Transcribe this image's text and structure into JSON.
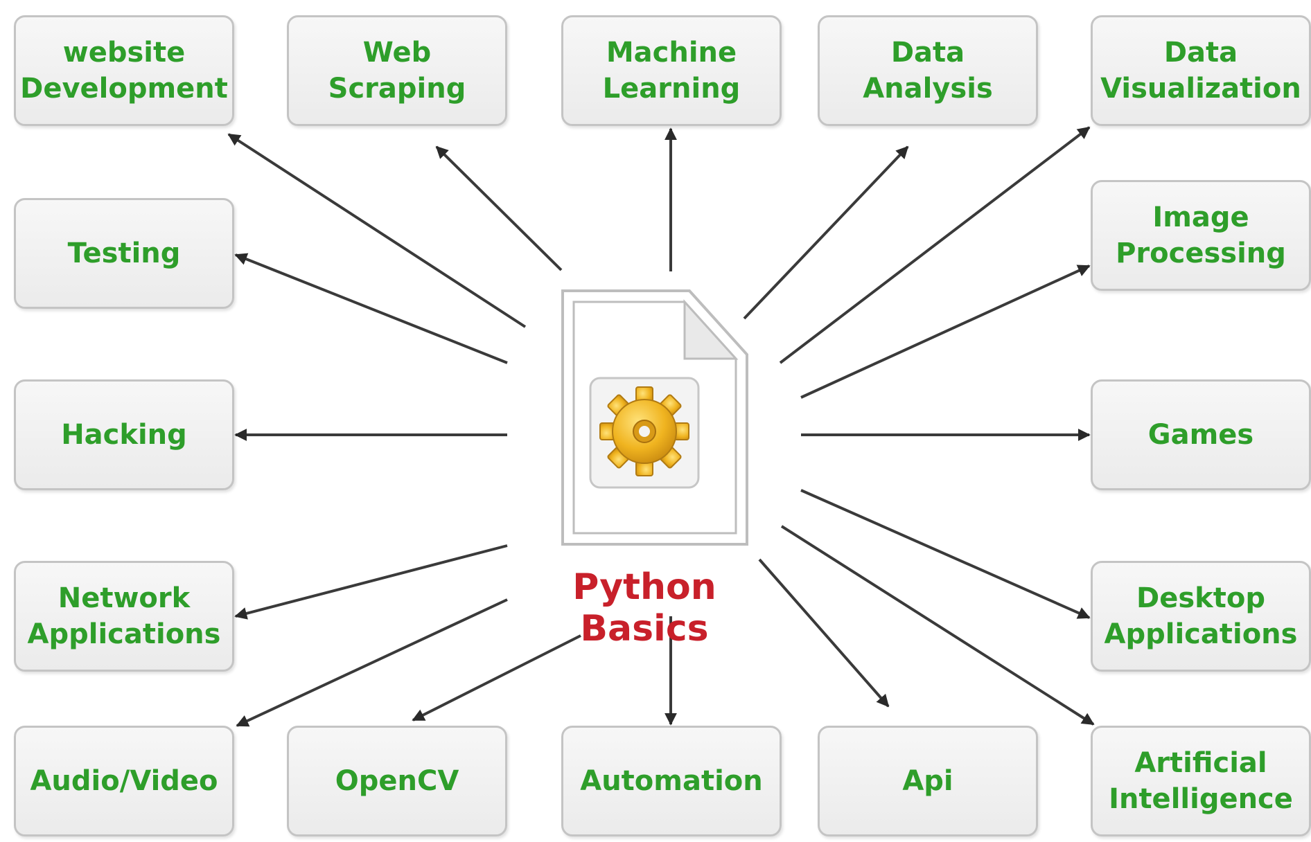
{
  "diagram": {
    "center_label": "Python Basics",
    "center_icon": "gear-document-icon",
    "colors": {
      "node_text": "#2e9e2a",
      "center_text": "#c8202a",
      "node_border": "#c4c4c4",
      "node_fill": "#efefef",
      "arrow": "#3a3a3a",
      "gear": "#f0b420"
    },
    "nodes": [
      {
        "id": "website-development",
        "label": "website\nDevelopment"
      },
      {
        "id": "web-scraping",
        "label": "Web Scraping"
      },
      {
        "id": "machine-learning",
        "label": "Machine\nLearning"
      },
      {
        "id": "data-analysis",
        "label": "Data Analysis"
      },
      {
        "id": "data-visualization",
        "label": "Data\nVisualization"
      },
      {
        "id": "testing",
        "label": "Testing"
      },
      {
        "id": "image-processing",
        "label": "Image\nProcessing"
      },
      {
        "id": "hacking",
        "label": "Hacking"
      },
      {
        "id": "games",
        "label": "Games"
      },
      {
        "id": "network-applications",
        "label": "Network\nApplications"
      },
      {
        "id": "desktop-applications",
        "label": "Desktop\nApplications"
      },
      {
        "id": "audio-video",
        "label": "Audio/Video"
      },
      {
        "id": "opencv",
        "label": "OpenCV"
      },
      {
        "id": "automation",
        "label": "Automation"
      },
      {
        "id": "api",
        "label": "Api"
      },
      {
        "id": "artificial-intelligence",
        "label": "Artificial\nIntelligence"
      }
    ],
    "edges": [
      {
        "from": "python-basics",
        "to": "website-development"
      },
      {
        "from": "python-basics",
        "to": "web-scraping"
      },
      {
        "from": "python-basics",
        "to": "machine-learning"
      },
      {
        "from": "python-basics",
        "to": "data-analysis"
      },
      {
        "from": "python-basics",
        "to": "data-visualization"
      },
      {
        "from": "python-basics",
        "to": "testing"
      },
      {
        "from": "python-basics",
        "to": "image-processing"
      },
      {
        "from": "python-basics",
        "to": "hacking"
      },
      {
        "from": "python-basics",
        "to": "games"
      },
      {
        "from": "python-basics",
        "to": "network-applications"
      },
      {
        "from": "python-basics",
        "to": "desktop-applications"
      },
      {
        "from": "python-basics",
        "to": "audio-video"
      },
      {
        "from": "python-basics",
        "to": "opencv"
      },
      {
        "from": "python-basics",
        "to": "automation"
      },
      {
        "from": "python-basics",
        "to": "api"
      },
      {
        "from": "python-basics",
        "to": "artificial-intelligence"
      }
    ]
  }
}
